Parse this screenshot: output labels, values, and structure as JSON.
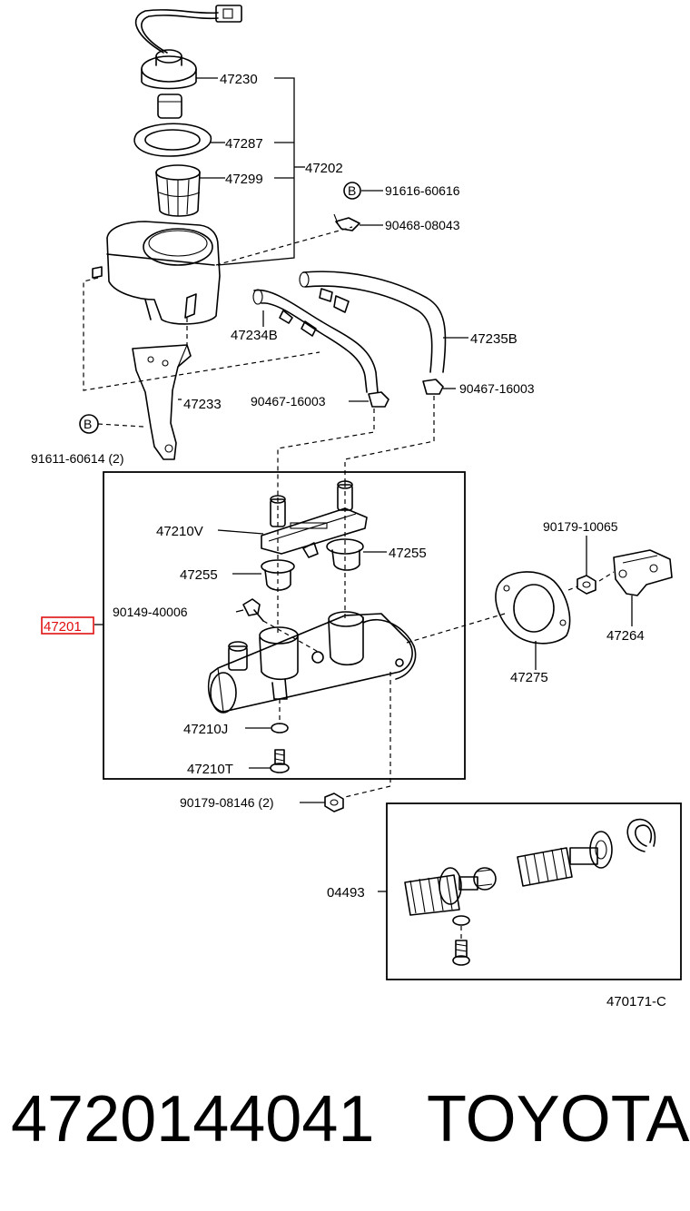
{
  "labels": {
    "l47230": "47230",
    "l47287": "47287",
    "l47202": "47202",
    "l47299": "47299",
    "l91616": "91616-60616",
    "l90468": "90468-08043",
    "l47235b": "47235B",
    "l47234b": "47234B",
    "l47233": "47233",
    "l90467a": "90467-16003",
    "l90467b": "90467-16003",
    "l91611": "91611-60614 (2)",
    "l47210v": "47210V",
    "l47255a": "47255",
    "l47255b": "47255",
    "l90179a": "90179-10065",
    "l90149": "90149-40006",
    "l47201": "47201",
    "l47264": "47264",
    "l47275": "47275",
    "l47210j": "47210J",
    "l47210t": "47210T",
    "l90179b": "90179-08146 (2)",
    "l04493": "04493",
    "l470171": "470171-C",
    "bolt_mark_1": "B",
    "bolt_mark_2": "B"
  },
  "footer": {
    "part_number": "4720144041",
    "brand": "TOYOTA"
  },
  "highlight": {
    "part": "47201",
    "color": "#e01010"
  }
}
